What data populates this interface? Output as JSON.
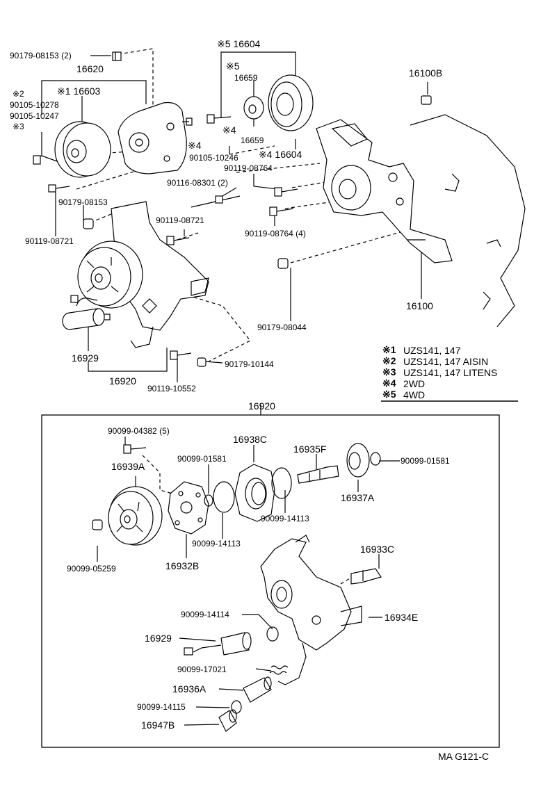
{
  "diagram": {
    "upper_labels": [
      {
        "key": "u1",
        "text": "90179-08153 (2)"
      },
      {
        "key": "u2",
        "text": "16620"
      },
      {
        "key": "u3",
        "text": "※1 16603"
      },
      {
        "key": "u4",
        "text": "※2"
      },
      {
        "key": "u5",
        "text": "90105-10278"
      },
      {
        "key": "u6",
        "text": "90105-10247"
      },
      {
        "key": "u7",
        "text": "※3"
      },
      {
        "key": "u8",
        "text": "※5 16604"
      },
      {
        "key": "u9",
        "text": "※5"
      },
      {
        "key": "u10",
        "text": "16659"
      },
      {
        "key": "u11",
        "text": "※4"
      },
      {
        "key": "u12",
        "text": "16659"
      },
      {
        "key": "u13",
        "text": "※4"
      },
      {
        "key": "u14",
        "text": "90105-10246"
      },
      {
        "key": "u15",
        "text": "※4 16604"
      },
      {
        "key": "u16",
        "text": "90119-08764"
      },
      {
        "key": "u17",
        "text": "16100B"
      },
      {
        "key": "u18",
        "text": "90116-08301 (2)"
      },
      {
        "key": "u19",
        "text": "90179-08153"
      },
      {
        "key": "u20",
        "text": "90119-08721"
      },
      {
        "key": "u21",
        "text": "90119-08721"
      },
      {
        "key": "u22",
        "text": "90119-08764 (4)"
      },
      {
        "key": "u23",
        "text": "16100"
      },
      {
        "key": "u24",
        "text": "90179-08044"
      },
      {
        "key": "u25",
        "text": "16929"
      },
      {
        "key": "u26",
        "text": "16920"
      },
      {
        "key": "u27",
        "text": "90179-10144"
      },
      {
        "key": "u28",
        "text": "90119-10552"
      }
    ],
    "legend": [
      {
        "mark": "※1",
        "text": "UZS141, 147"
      },
      {
        "mark": "※2",
        "text": "UZS141, 147  AISIN"
      },
      {
        "mark": "※3",
        "text": "UZS141, 147  LITENS"
      },
      {
        "mark": "※4",
        "text": "2WD"
      },
      {
        "mark": "※5",
        "text": "4WD"
      }
    ],
    "box_title": "16920",
    "box_labels": [
      {
        "key": "b1",
        "text": "90099-04382 (5)"
      },
      {
        "key": "b2",
        "text": "16938C"
      },
      {
        "key": "b3",
        "text": "90099-01581"
      },
      {
        "key": "b4",
        "text": "16935F"
      },
      {
        "key": "b5",
        "text": "90099-01581"
      },
      {
        "key": "b6",
        "text": "16939A"
      },
      {
        "key": "b7",
        "text": "16937A"
      },
      {
        "key": "b8",
        "text": "90099-14113"
      },
      {
        "key": "b9",
        "text": "90099-14113"
      },
      {
        "key": "b10",
        "text": "90099-05259"
      },
      {
        "key": "b11",
        "text": "16932B"
      },
      {
        "key": "b12",
        "text": "16933C"
      },
      {
        "key": "b13",
        "text": "90099-14114"
      },
      {
        "key": "b14",
        "text": "16934E"
      },
      {
        "key": "b15",
        "text": "16929"
      },
      {
        "key": "b16",
        "text": "90099-17021"
      },
      {
        "key": "b17",
        "text": "16936A"
      },
      {
        "key": "b18",
        "text": "90099-14115"
      },
      {
        "key": "b19",
        "text": "16947B"
      }
    ],
    "footer_code": "MA  G121-C"
  }
}
